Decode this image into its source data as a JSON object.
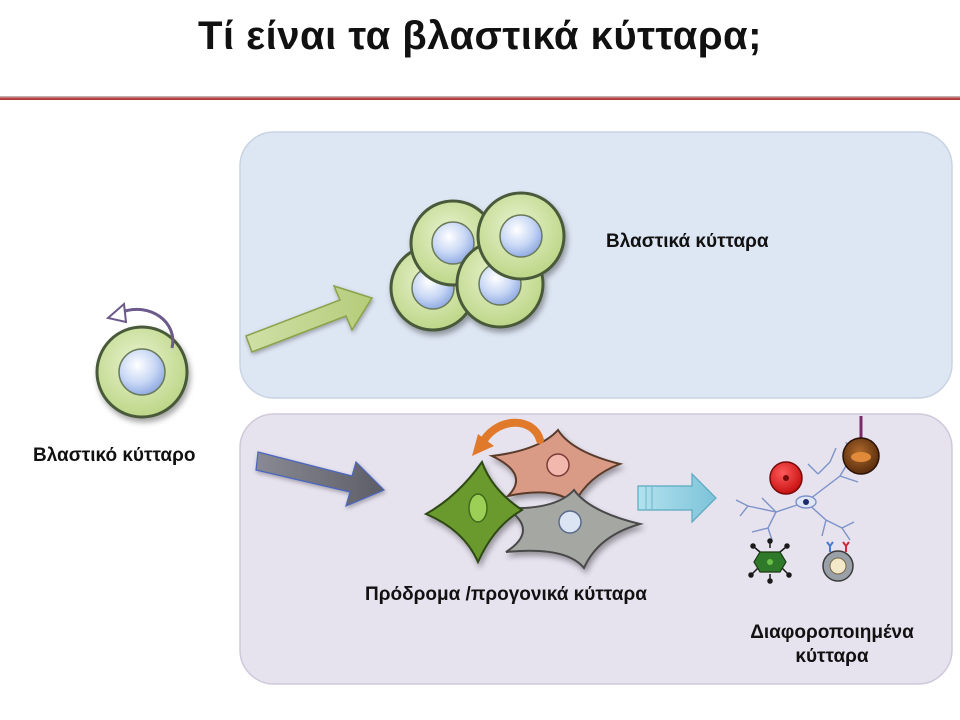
{
  "slide": {
    "title": "Τί είναι τα βλαστικά κύτταρα;"
  },
  "labels": {
    "stem_cells_group": "Βλαστικά κύτταρα",
    "stem_cell_single": "Βλαστικό κύτταρο",
    "progenitor_cells": "Πρόδρομα /προγονικά κύτταρα",
    "differentiated_line1": "Διαφοροποιημένα",
    "differentiated_line2": "κύτταρα"
  },
  "colors": {
    "top_panel": "#dde6f3",
    "bottom_panel": "#e6e2ee",
    "cell_ring": "#cfe3a2",
    "cell_nucleus": "#a9c2ee",
    "arrow_green": "#c3d790",
    "arrow_gray": "#7b7b86",
    "arrow_blue": "#8ecde0",
    "curved_arrow_purple": "#6b5a8a",
    "curved_arrow_orange": "#e07a2a",
    "progenitor_green": "#6b9a2e",
    "progenitor_pink": "#d99a86",
    "progenitor_gray": "#a5a7a3",
    "red_cell": "#e01818",
    "title_rule": "#b84545"
  }
}
